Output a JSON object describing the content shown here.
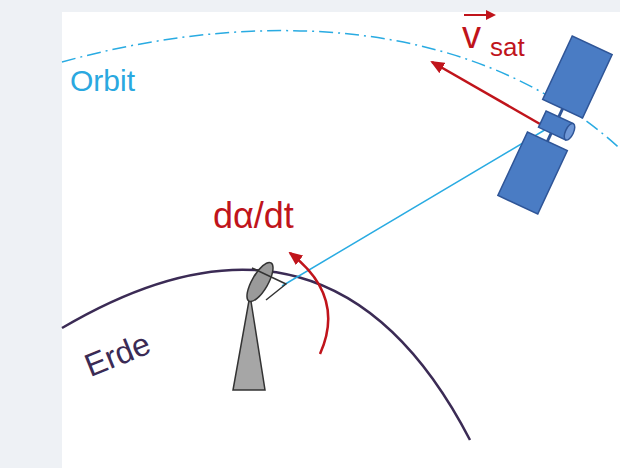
{
  "diagram": {
    "labels": [
      "Orbit",
      "dα/dt",
      "v",
      "sat",
      "Erde"
    ]
  }
}
